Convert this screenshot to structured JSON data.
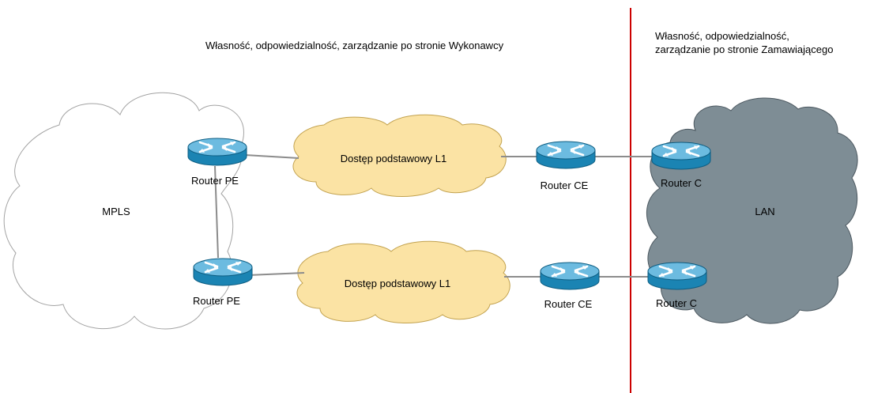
{
  "headings": {
    "contractor": "Własność, odpowiedzialność, zarządzanie po stronie Wykonawcy",
    "client_line1": "Własność, odpowiedzialność,",
    "client_line2": "zarządzanie po stronie Zamawiającego"
  },
  "clouds": {
    "mpls": "MPLS",
    "access_top": "Dostęp podstawowy L1",
    "access_bottom": "Dostęp podstawowy L1",
    "lan": "LAN"
  },
  "routers": {
    "pe_top": "Router PE",
    "pe_bottom": "Router PE",
    "ce_top": "Router CE",
    "ce_bottom": "Router CE",
    "c_top": "Router C",
    "c_bottom": "Router C"
  },
  "colors": {
    "mpls_fill": "#ffffff",
    "access_fill": "#fbe3a4",
    "lan_fill": "#7e8d95",
    "router_body": "#1e8fbf",
    "router_top": "#63b5d9",
    "divider": "#cc0000",
    "link": "#8c8c8c"
  }
}
